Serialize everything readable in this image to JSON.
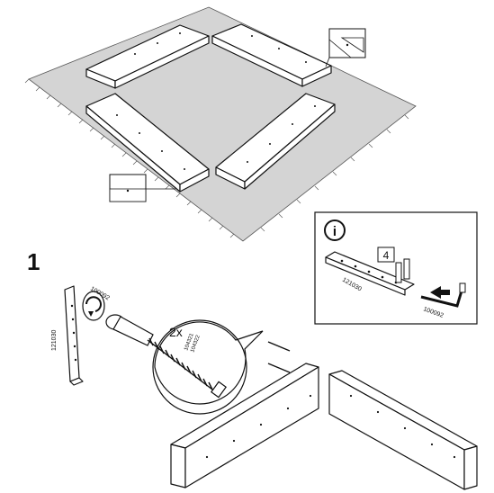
{
  "step": {
    "number": "1"
  },
  "info_icon": {
    "glyph": "i",
    "name": "info-icon"
  },
  "info_box": {
    "quantity": "4",
    "part_bracket": "121030",
    "part_key": "100092"
  },
  "detail": {
    "quantity": "2x",
    "part_screw_a": "104321",
    "part_screw_b": "104322"
  },
  "left_parts": {
    "part_bracket": "121030",
    "part_key": "100092"
  },
  "colors": {
    "rug_fill": "#d4d4d4",
    "line": "#111111",
    "panel_fill": "#ffffff"
  }
}
